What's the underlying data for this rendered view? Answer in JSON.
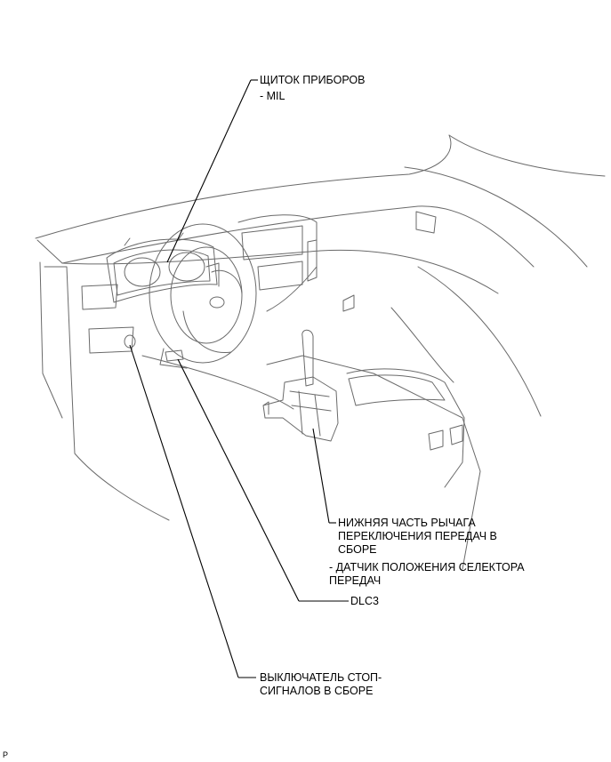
{
  "labels": {
    "instrument_panel": {
      "title": "ЩИТОК ПРИБОРОВ",
      "sub": "- MIL"
    },
    "shift_lever": {
      "line1": "НИЖНЯЯ ЧАСТЬ РЫЧАГА",
      "line2": "ПЕРЕКЛЮЧЕНИЯ ПЕРЕДАЧ В",
      "line3": "СБОРЕ",
      "sub1": "- ДАТЧИК ПОЛОЖЕНИЯ СЕЛЕКТОРА",
      "sub2": "ПЕРЕДАЧ"
    },
    "dlc3": "DLC3",
    "stop_switch": {
      "line1": "ВЫКЛЮЧАТЕЛЬ СТОП-",
      "line2": "СИГНАЛОВ В СБОРЕ"
    }
  },
  "corner_mark": "P"
}
